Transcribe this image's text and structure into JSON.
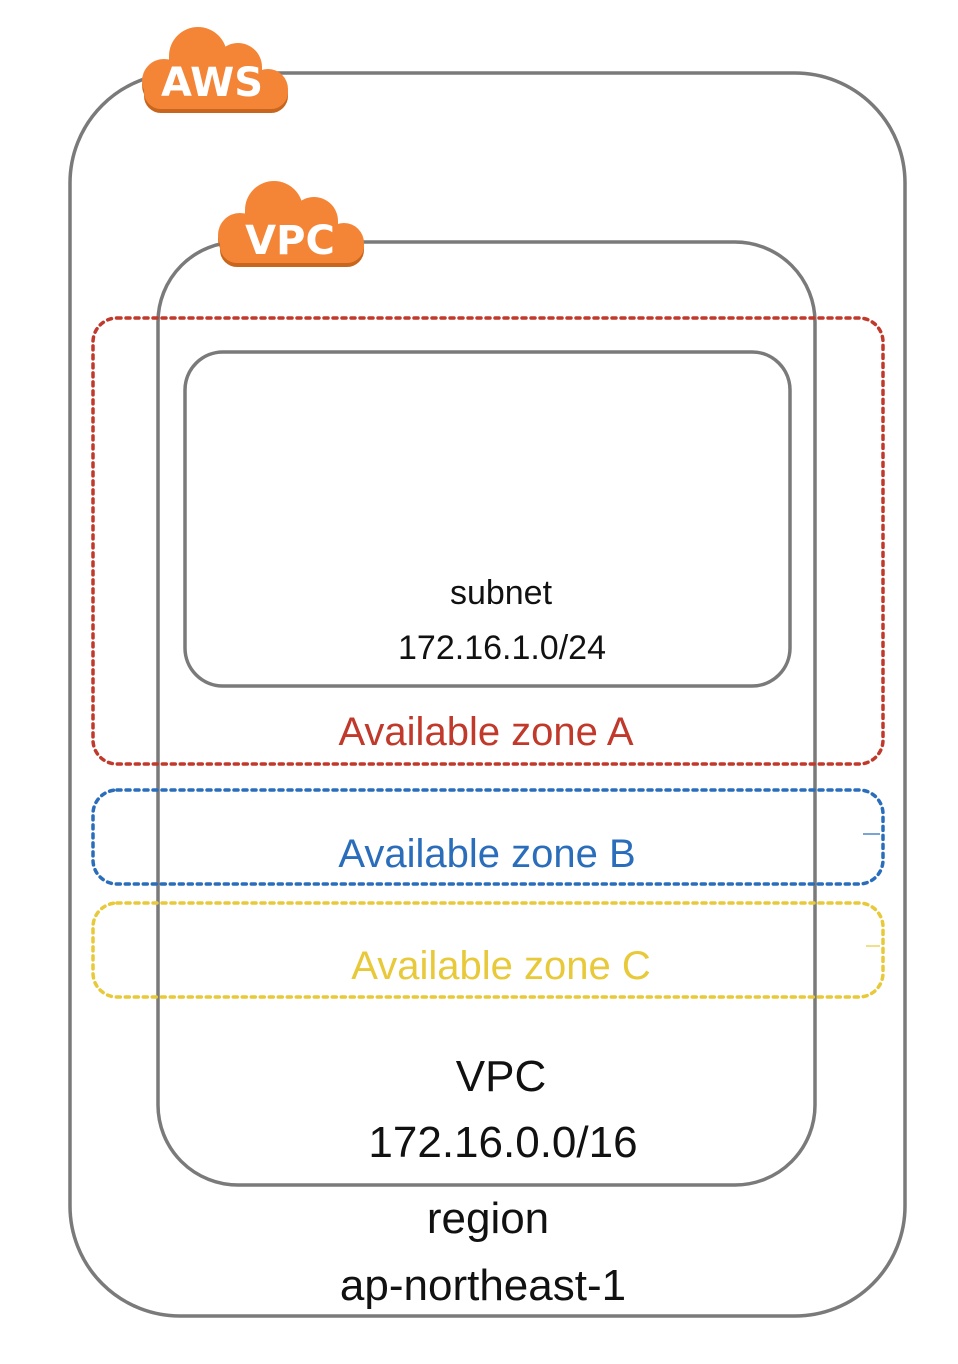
{
  "badges": {
    "aws": "AWS",
    "vpc": "VPC"
  },
  "subnet": {
    "title": "subnet",
    "cidr": "172.16.1.0/24"
  },
  "zones": {
    "a": "Available zone A",
    "b": "Available zone B",
    "c": "Available zone C"
  },
  "vpc": {
    "title": "VPC",
    "cidr": "172.16.0.0/16"
  },
  "region": {
    "title": "region",
    "name": "ap-northeast-1"
  },
  "colors": {
    "cloud_orange": "#f58536",
    "cloud_shadow": "#c9661d",
    "border_gray": "#7a7a7a",
    "zone_a": "#c0392b",
    "zone_b": "#2a6ebb",
    "zone_c": "#e8c93a"
  },
  "icons": [
    "aws-cloud-icon",
    "vpc-cloud-icon"
  ]
}
